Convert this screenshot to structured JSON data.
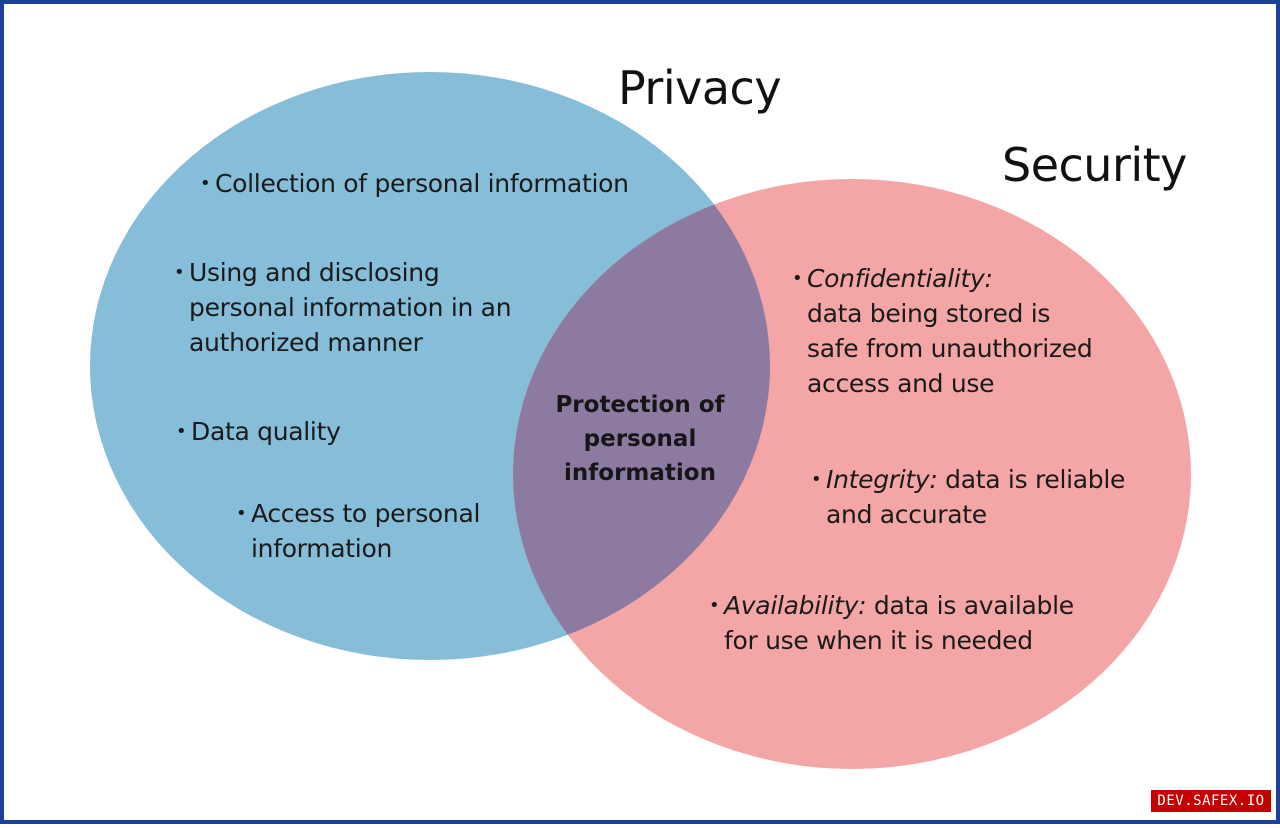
{
  "colors": {
    "border": "#1b3f9a",
    "privacy_fill": "#86bdd8",
    "security_fill": "#f4a6a6",
    "overlap_fill": "#8d7aa1",
    "watermark_bg": "#c40000"
  },
  "privacy": {
    "title": "Privacy",
    "items": [
      {
        "lines": [
          "Collection of personal information"
        ]
      },
      {
        "lines": [
          "Using and disclosing",
          "personal information in an",
          "authorized manner"
        ]
      },
      {
        "lines": [
          "Data quality"
        ]
      },
      {
        "lines": [
          "Access to personal",
          "information"
        ]
      }
    ]
  },
  "security": {
    "title": "Security",
    "items": [
      {
        "term": "Confidentiality:",
        "lines": [
          "",
          "data being stored is",
          "safe from unauthorized",
          "access and use"
        ]
      },
      {
        "term": "Integrity:",
        "lines": [
          " data is reliable",
          "and accurate"
        ]
      },
      {
        "term": "Availability:",
        "lines": [
          " data is available",
          "for use when it is needed"
        ]
      }
    ]
  },
  "overlap": {
    "lines": [
      "Protection of",
      "personal",
      "information"
    ]
  },
  "watermark": "DEV.SAFEX.IO",
  "bullet": "•"
}
